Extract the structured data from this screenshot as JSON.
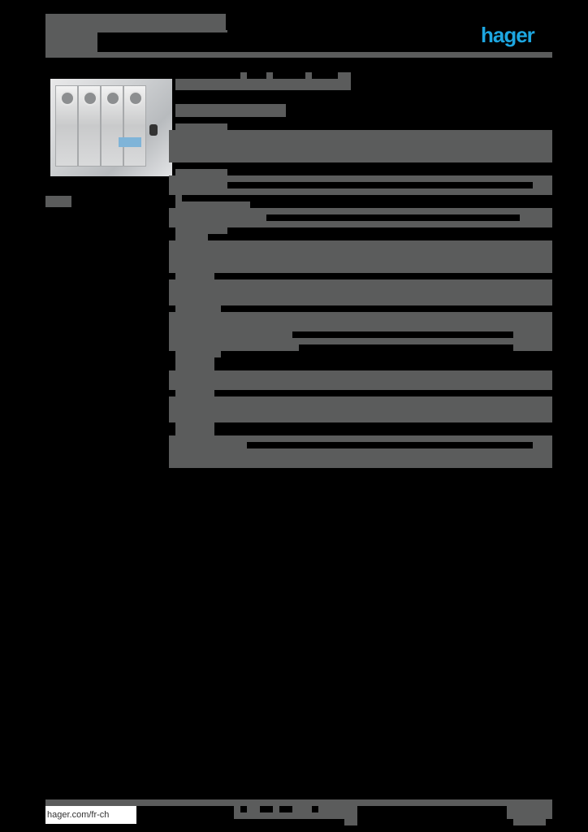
{
  "header": {
    "brand_logo_text": "hager",
    "brand_color": "#1da6e0",
    "title_text": "",
    "subtitle_text": ""
  },
  "product": {
    "image_alt": "4-pole fuse switch disconnector",
    "caption": ""
  },
  "footer": {
    "url": "hager.com/fr-ch",
    "center_text": "",
    "page_text": ""
  },
  "colors": {
    "background": "#000000",
    "text_block": "#5b5c5c",
    "logo": "#1da6e0"
  }
}
